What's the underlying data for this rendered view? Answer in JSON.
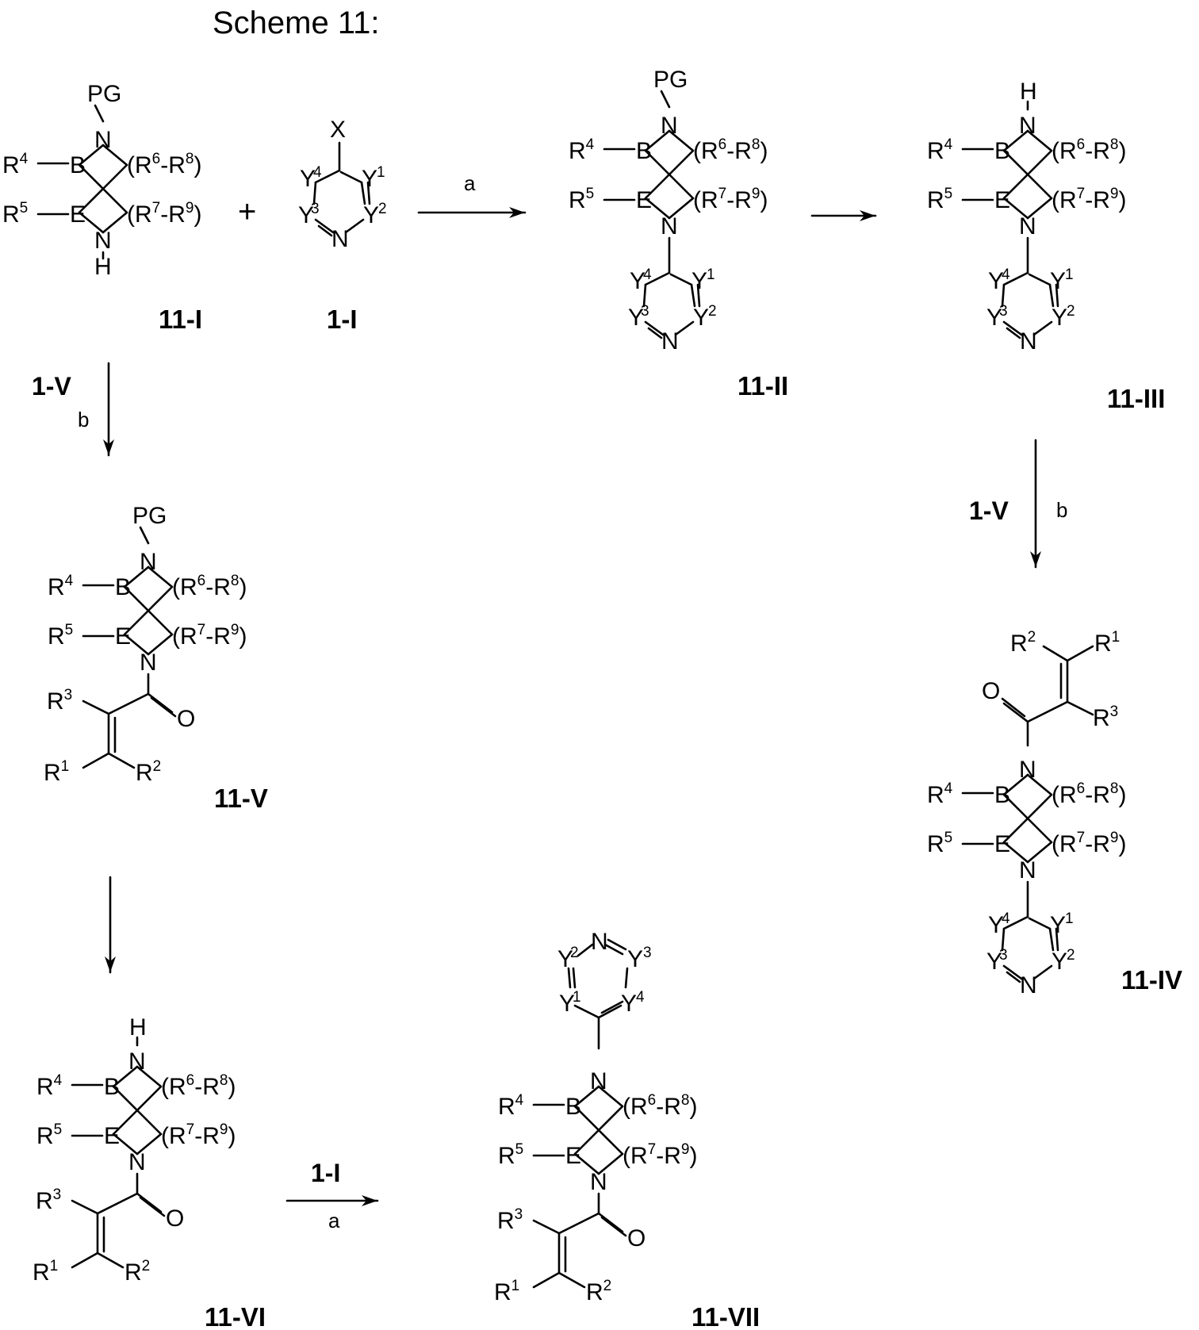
{
  "title": "Scheme 11:",
  "compounds": [
    {
      "id": "11-I",
      "label": "11-I"
    },
    {
      "id": "1-I",
      "label": "1-I"
    },
    {
      "id": "11-II",
      "label": "11-II"
    },
    {
      "id": "11-III",
      "label": "11-III"
    },
    {
      "id": "11-IV",
      "label": "11-IV"
    },
    {
      "id": "11-V",
      "label": "11-V"
    },
    {
      "id": "11-VI",
      "label": "11-VI"
    },
    {
      "id": "11-VII",
      "label": "11-VII"
    }
  ],
  "arrows": [
    {
      "name": "arrow-11I-to-11II",
      "top": "a",
      "bottom": ""
    },
    {
      "name": "arrow-11II-to-11III",
      "top": "",
      "bottom": ""
    },
    {
      "name": "arrow-11I-to-11V",
      "reagent": "1-V",
      "condition": "b"
    },
    {
      "name": "arrow-11III-to-11IV",
      "reagent": "1-V",
      "condition": "b"
    },
    {
      "name": "arrow-11V-to-11VI",
      "reagent": "",
      "condition": ""
    },
    {
      "name": "arrow-11VI-to-11VII",
      "reagent": "1-I",
      "condition": "a"
    }
  ],
  "plus_sign": "+",
  "atom_text": {
    "PG": "PG",
    "N": "N",
    "H": "H",
    "B": "B",
    "E": "E",
    "R": "R",
    "X": "X",
    "Y": "Y",
    "O": "O",
    "open_paren": "(",
    "dash": "-",
    "close_paren": ")"
  },
  "superscripts": {
    "1": "1",
    "2": "2",
    "3": "3",
    "4": "4",
    "5": "5",
    "6": "6",
    "7": "7",
    "8": "8",
    "9": "9"
  }
}
